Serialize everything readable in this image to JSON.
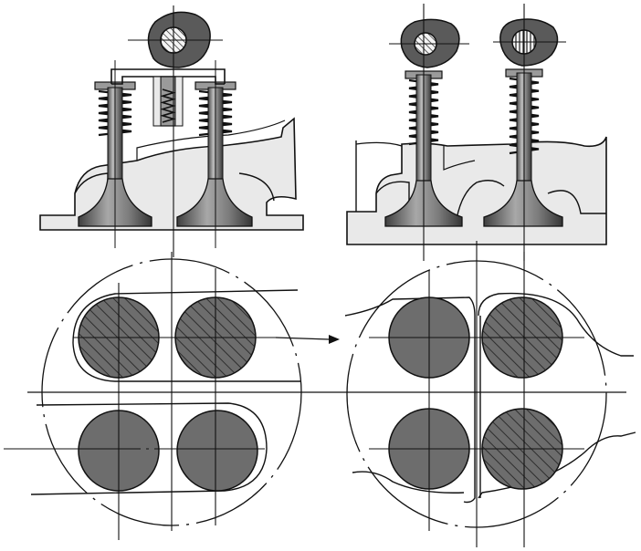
{
  "figure": {
    "panels": [
      "left-valve-section",
      "right-valve-section",
      "left-port-layout",
      "right-port-layout"
    ]
  },
  "colors": {
    "ink": "#111111",
    "head_fill": "#e9e9e9",
    "metal_mid": "#8c8c8c",
    "metal_dark": "#5c5c5c",
    "port_fill": "#6d6d6d",
    "cam_fill": "#5a5a5a",
    "hatch": "#2e2e2e"
  },
  "icons": {
    "arrow": "arrow-right-icon"
  }
}
